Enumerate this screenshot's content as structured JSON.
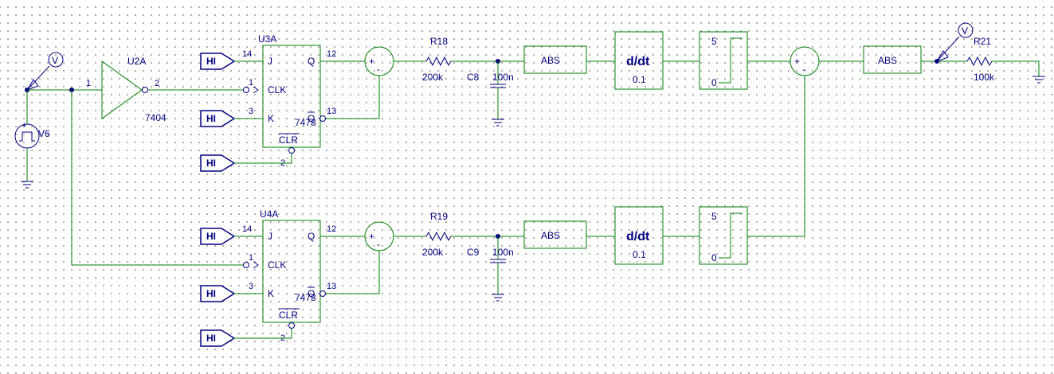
{
  "source": {
    "ref": "V6",
    "probe": "V",
    "pin": "1"
  },
  "inverter": {
    "ref": "U2A",
    "part": "7404",
    "pin_in": "1",
    "pin_out": "2"
  },
  "hi_label": "HI",
  "flipflops": [
    {
      "ref": "U3A",
      "part": "7473",
      "j": "J",
      "q": "Q",
      "clk": "CLK",
      "k": "K",
      "qbar": "Q",
      "clr": "CLR",
      "p_j": "14",
      "p_q": "12",
      "p_clk": "1",
      "p_k": "3",
      "p_qbar": "13",
      "p_clr": "2"
    },
    {
      "ref": "U4A",
      "part": "7473",
      "j": "J",
      "q": "Q",
      "clk": "CLK",
      "k": "K",
      "qbar": "Q",
      "clr": "CLR",
      "p_j": "14",
      "p_q": "12",
      "p_clk": "1",
      "p_k": "3",
      "p_qbar": "13",
      "p_clr": "2"
    }
  ],
  "chains": [
    {
      "res_ref": "R18",
      "res_val": "200k",
      "cap_ref": "C8",
      "cap_val": "100n",
      "abs": "ABS",
      "diff": "d/dt",
      "diff_gain": "0.1",
      "lim_hi": "5",
      "lim_lo": "0"
    },
    {
      "res_ref": "R19",
      "res_val": "200k",
      "cap_ref": "C9",
      "cap_val": "100n",
      "abs": "ABS",
      "diff": "d/dt",
      "diff_gain": "0.1",
      "lim_hi": "5",
      "lim_lo": "0"
    }
  ],
  "summer_plus": "+",
  "summer_minus": "-",
  "output": {
    "abs": "ABS",
    "probe": "V",
    "res_ref": "R21",
    "res_val": "100k"
  }
}
